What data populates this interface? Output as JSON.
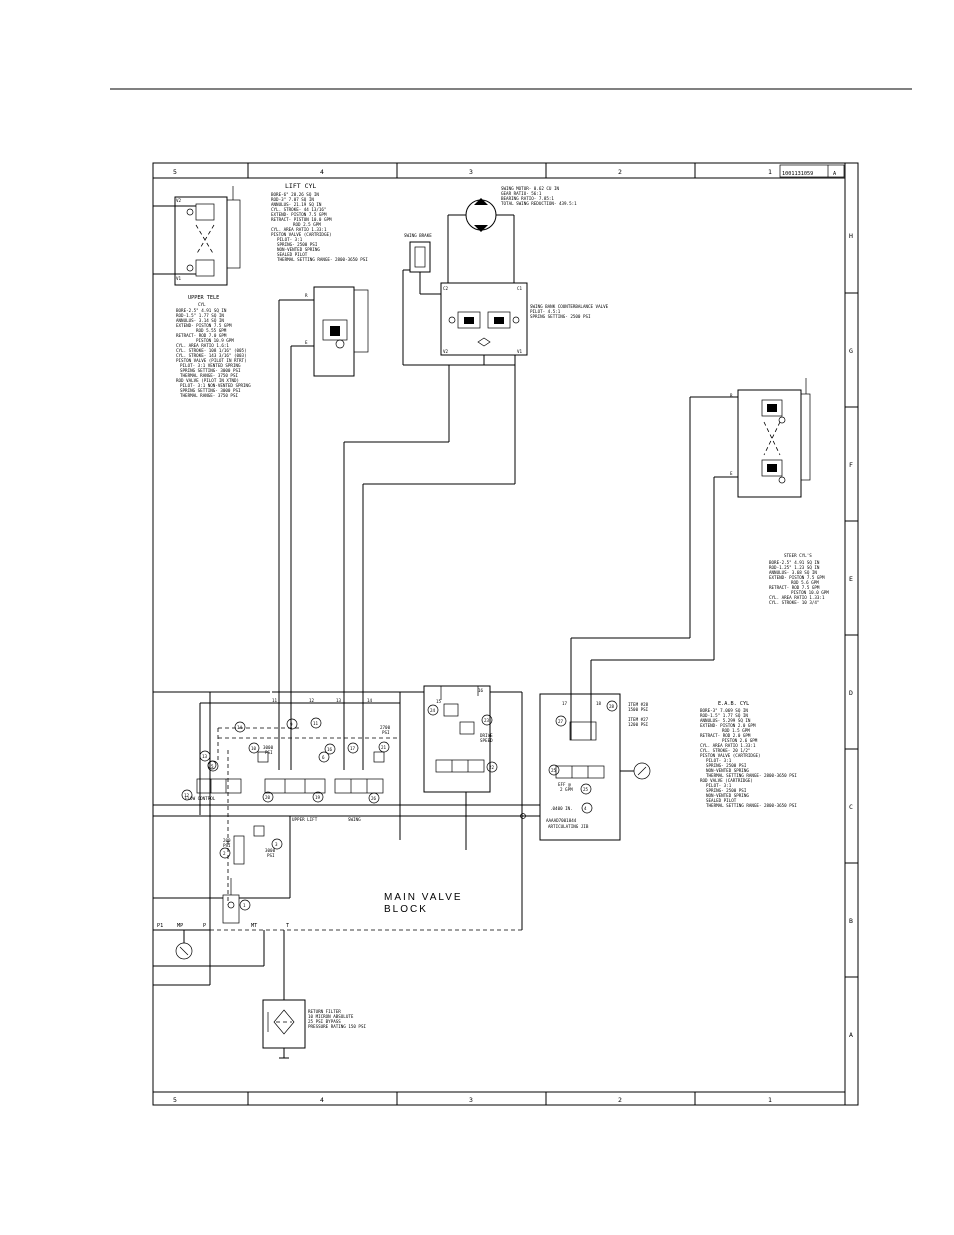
{
  "title_block": {
    "drawing_no": "1001131059",
    "rev": "A"
  },
  "zone_columns": [
    "5",
    "4",
    "3",
    "2",
    "1"
  ],
  "zone_rows": [
    "H",
    "G",
    "F",
    "E",
    "D",
    "C",
    "B",
    "A"
  ],
  "lift_cyl": {
    "title": "LIFT CYL",
    "specs": [
      "BORE-6\" 28.26 SQ IN",
      "ROD-3\" 7.07 SQ IN",
      "ANNULUS- 21.19 SQ IN",
      "CYL. STROKE- 44 13/16\"",
      "EXTEND- PISTON 7.5 GPM",
      "RETRACT- PISTON 10.0 GPM",
      "ROD 2.5 GPM",
      "CYL. AREA RATIO 1.33:1",
      "PISTON VALVE (CARTRIDGE)",
      "PILOT- 3:1",
      "SPRING- 2500 PSI",
      "NON-VENTED SPRING",
      "SEALED PILOT",
      "THERMAL SETTING RANGE- 2800-3650 PSI"
    ]
  },
  "upper_tele": {
    "title": "UPPER TELE",
    "subtitle": "CYL",
    "specs": [
      "BORE-2.5\" 4.91 SQ IN",
      "ROD-1.5\" 1.77 SQ IN",
      "ANNULUS- 3.14 SQ IN",
      "EXTEND- PISTON 7.5 GPM",
      "ROD 5.55 GPM",
      "RETRACT- ROD 7.0 GPM",
      "PISTON 10.9 GPM",
      "CYL. AREA RATIO 1.6:1",
      "CYL. STROKE- 108 1/16\" (005)",
      "CYL. STROKE- 143 3/16\" (003)",
      "PISTON VALVE (PILOT IN RTRT)",
      "PILOT- 3:1 VENTED SPRING",
      "SPRING SETTING- 3000 PSI",
      "THERMAL RANGE- 3750 PSI",
      "ROD VALVE (PILOT IN XTND)",
      "PILOT- 3:1 NON-VENTED SPRING",
      "SPRING SETTING- 3000 PSI",
      "THERMAL RANGE- 3750 PSI"
    ]
  },
  "swing": {
    "motor": [
      "SWING MOTOR- 0.62 CU IN",
      "GEAR RATIO- 56:1",
      "BEARING RATIO- 7.85:1",
      "TOTAL SWING REDUCTION- 439.5:1"
    ],
    "brake_label": "SWING BRAKE",
    "counterbalance": [
      "SWING BANK COUNTERBALANCE VALVE",
      "PILOT- 4.5:1",
      "SPRING SETTING- 2500 PSI"
    ],
    "ports": {
      "c2": "C2",
      "c1": "C1",
      "v2": "V2",
      "v1": "V1"
    }
  },
  "steer_cyl": {
    "title": "STEER CYL'S",
    "specs": [
      "BORE-2.5\" 4.91 SQ IN",
      "ROD-1.25\" 1.23 SQ IN",
      "ANNULUS- 3.68 SQ IN",
      "EXTEND- PISTON 7.5 GPM",
      "ROD 5.6 GPM",
      "RETRACT- ROD 7.5 GPM",
      "PISTON 10.0 GPM",
      "CYL. AREA RATIO 1.33:1",
      "CYL. STROKE- 10 3/4\""
    ]
  },
  "eab_cyl": {
    "title": "E.A.B. CYL",
    "specs": [
      "BORE-3\" 7.069 SQ IN",
      "ROD-1.5\" 1.77 SQ IN",
      "ANNULUS- 5.299 SQ IN",
      "EXTEND- PISTON 2.0 GPM",
      "ROD 1.5 GPM",
      "RETRACT- ROD 2.0 GPM",
      "PISTON 2.6 GPM",
      "CYL. AREA RATIO 1.33:1",
      "CYL. STROKE- 20 1/2\"",
      "PISTON VALVE (CARTRIDGE)",
      "PILOT- 3:1",
      "SPRING- 2500 PSI",
      "NON-VENTED SPRING",
      "THERMAL SETTING RANGE- 2800-3650 PSI",
      "ROD VALVE (CARTRIDGE)",
      "PILOT- 3:1",
      "SPRING- 2500 PSI",
      "NON-VENTED SPRING",
      "SEALED PILOT",
      "THERMAL SETTING RANGE- 2800-3650 PSI"
    ],
    "item_a": [
      "ITEM #28",
      "1500 PSI"
    ],
    "item_b": [
      "ITEM #27",
      "1200 PSI"
    ],
    "flow": [
      "EFF @",
      "2 GPM"
    ],
    "orifice": ".0400 IN.",
    "block": [
      "ARTICULATING JIB"
    ],
    "block_part": "AAAAD7001844"
  },
  "main_valve": {
    "title_line1": "MAIN VALVE",
    "title_line2": "BLOCK",
    "ports": {
      "p1": "P1",
      "mp": "MP",
      "p": "P",
      "mt": "MT",
      "t": "T"
    },
    "section_labels": [
      "FLOW CONTROL",
      "UPPER LIFT",
      "SWING"
    ],
    "relief_a": [
      "3000",
      "PSI"
    ],
    "relief_b": [
      "2700",
      "PSI"
    ],
    "relief_c": [
      "3000",
      "PSI"
    ],
    "relief_d": [
      "200",
      "PSI"
    ],
    "drive_label": [
      "DRIVE",
      "SPEED"
    ],
    "port_numbers": [
      "11",
      "12",
      "13",
      "14",
      "15",
      "16",
      "17",
      "18"
    ]
  },
  "return_filter": [
    "RETURN FILTER",
    "10 MICRON ABSOLUTE",
    "25 PSI BYPASS",
    "PRESSURE RATING 150 PSI"
  ],
  "callouts": [
    "1",
    "2",
    "3",
    "4",
    "5",
    "6",
    "7",
    "8",
    "9",
    "10",
    "11",
    "12",
    "13",
    "14",
    "15",
    "16",
    "17",
    "18",
    "19",
    "20",
    "21",
    "22",
    "23",
    "24",
    "25",
    "26",
    "27",
    "28"
  ],
  "port_letters": {
    "v1": "V1",
    "v2": "V2",
    "r": "R",
    "e": "E"
  }
}
